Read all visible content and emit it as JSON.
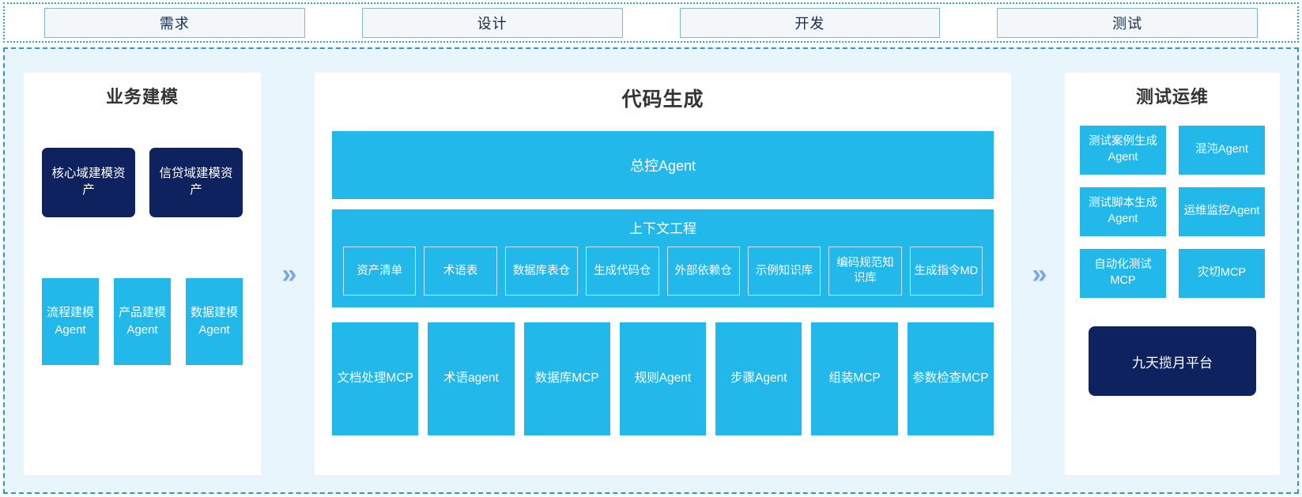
{
  "colors": {
    "cyan": "#22b8ea",
    "navy": "#0d225e",
    "panel_bg": "#ffffff",
    "area_bg": "#e9f5fc",
    "area_border": "#2e99c4",
    "strip_border": "#29a9dd",
    "phase_fill": "#f3f7f9",
    "phase_border": "#7fb9cf",
    "phase_text": "#132a52",
    "chevron": "#7ba7e8",
    "title_text": "#333333"
  },
  "phases": [
    {
      "label": "需求"
    },
    {
      "label": "设计"
    },
    {
      "label": "开发"
    },
    {
      "label": "测试"
    }
  ],
  "arrows": {
    "left_to_center": "»",
    "center_to_right": "»"
  },
  "left_panel": {
    "title": "业务建模",
    "assets": [
      {
        "label": "核心域建模资产"
      },
      {
        "label": "信贷域建模资产"
      }
    ],
    "agents": [
      {
        "label": "流程建模Agent"
      },
      {
        "label": "产品建模Agent"
      },
      {
        "label": "数据建模Agent"
      }
    ]
  },
  "center_panel": {
    "title": "代码生成",
    "master_agent": "总控Agent",
    "context_engineering": {
      "title": "上下文工程",
      "items": [
        {
          "label": "资产清单"
        },
        {
          "label": "术语表"
        },
        {
          "label": "数据库表仓"
        },
        {
          "label": "生成代码仓"
        },
        {
          "label": "外部依赖仓"
        },
        {
          "label": "示例知识库"
        },
        {
          "label": "编码规范知识库"
        },
        {
          "label": "生成指令MD"
        }
      ]
    },
    "tools": [
      {
        "label": "文档处理MCP"
      },
      {
        "label": "术语agent"
      },
      {
        "label": "数据库MCP"
      },
      {
        "label": "规则Agent"
      },
      {
        "label": "步骤Agent"
      },
      {
        "label": "组装MCP"
      },
      {
        "label": "参数检查MCP"
      }
    ]
  },
  "right_panel": {
    "title": "测试运维",
    "cards": [
      {
        "label": "测试案例生成Agent"
      },
      {
        "label": "混沌Agent"
      },
      {
        "label": "测试脚本生成Agent"
      },
      {
        "label": "运维监控Agent"
      },
      {
        "label": "自动化测试MCP"
      },
      {
        "label": "灾切MCP"
      }
    ],
    "platform": "九天揽月平台"
  }
}
